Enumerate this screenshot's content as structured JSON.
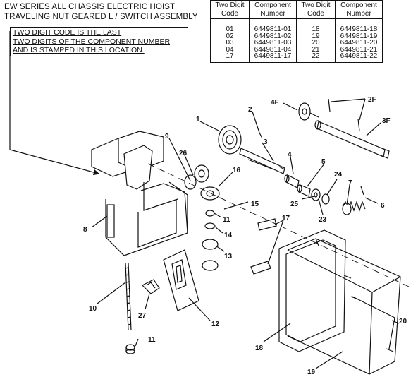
{
  "header": {
    "title_line1": "EW SERIES ALL CHASSIS ELECTRIC HOIST",
    "title_line2": "TRAVELING NUT GEARED L / SWITCH ASSEMBLY"
  },
  "callout": {
    "line1": "TWO DIGIT CODE IS THE LAST",
    "line2": "TWO DIGITS OF THE COMPONENT NUMBER",
    "line3": "AND IS STAMPED IN THIS LOCATION."
  },
  "code_table": {
    "headers": [
      "Two Digit Code",
      "Component Number",
      "Two Digit Code",
      "Component Number"
    ],
    "rows": [
      [
        "01",
        "6449811-01",
        "18",
        "6449811-18"
      ],
      [
        "02",
        "6449811-02",
        "19",
        "6449811-19"
      ],
      [
        "03",
        "6449811-03",
        "20",
        "6449811-20"
      ],
      [
        "04",
        "6449811-04",
        "21",
        "6449811-21"
      ],
      [
        "17",
        "6449811-17",
        "22",
        "6449811-22"
      ]
    ]
  },
  "part_labels": {
    "p1": "1",
    "p2": "2",
    "p3": "3",
    "p4": "4",
    "p5": "5",
    "p6": "6",
    "p7": "7",
    "p8": "8",
    "p9": "9",
    "p10": "10",
    "p11a": "11",
    "p11b": "11",
    "p12": "12",
    "p13": "13",
    "p14": "14",
    "p15": "15",
    "p16": "16",
    "p17": "17",
    "p18": "18",
    "p19": "19",
    "p20": "20",
    "p23": "23",
    "p24": "24",
    "p25": "25",
    "p26": "26",
    "p27": "27",
    "p2f": "2F",
    "p3f": "3F",
    "p4f": "4F"
  }
}
